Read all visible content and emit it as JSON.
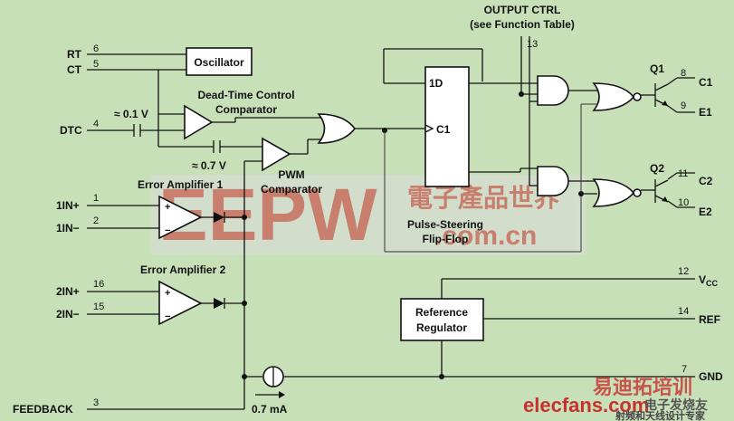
{
  "blocks": {
    "oscillator": "Oscillator",
    "deadtime_title": "Dead-Time Control",
    "deadtime_sub": "Comparator",
    "pwm_title": "PWM",
    "pwm_sub": "Comparator",
    "ea1": "Error Amplifier 1",
    "ea2": "Error Amplifier 2",
    "flipflop_d": "1D",
    "flipflop_c": "C1",
    "pulse_title": "Pulse-Steering",
    "pulse_sub": "Flip-Flop",
    "refreg_1": "Reference",
    "refreg_2": "Regulator",
    "output_ctrl": "OUTPUT CTRL",
    "output_ctrl_sub": "(see Function Table)",
    "plus": "+",
    "minus": "−"
  },
  "pins": {
    "rt": "RT",
    "rt_n": "6",
    "ct": "CT",
    "ct_n": "5",
    "dtc": "DTC",
    "dtc_n": "4",
    "in1p": "1IN+",
    "in1p_n": "1",
    "in1m": "1IN−",
    "in1m_n": "2",
    "in2p": "2IN+",
    "in2p_n": "16",
    "in2m": "2IN−",
    "in2m_n": "15",
    "feedback": "FEEDBACK",
    "feedback_n": "3",
    "outctrl_n": "13",
    "c1": "C1",
    "c1_n": "8",
    "e1": "E1",
    "e1_n": "9",
    "c2": "C2",
    "c2_n": "11",
    "e2": "E2",
    "e2_n": "10",
    "vcc": "V",
    "vcc_sub": "CC",
    "vcc_n": "12",
    "ref": "REF",
    "ref_n": "14",
    "gnd": "GND",
    "gnd_n": "7",
    "q1": "Q1",
    "q2": "Q2"
  },
  "annotations": {
    "v01": "≈ 0.1 V",
    "v07": "≈ 0.7 V",
    "ma07": "0.7 mA"
  },
  "watermark": {
    "main": "EEPW",
    "cn": "電子產品世界",
    "com": ".com.cn",
    "site": "elecfans.com",
    "site_cn": "电子发烧友",
    "corner_cn": "易迪拓培训",
    "corner_sub": "射频和天线设计专家",
    "color_red": "#c83030",
    "color_green": "#8aa070"
  }
}
